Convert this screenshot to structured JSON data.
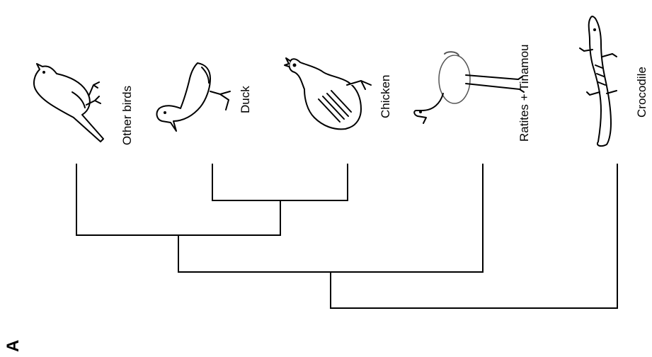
{
  "panel_label": "A",
  "taxa": [
    {
      "key": "other_birds",
      "label": "Other birds",
      "icon": "songbird-icon"
    },
    {
      "key": "duck",
      "label": "Duck",
      "icon": "duck-icon"
    },
    {
      "key": "chicken",
      "label": "Chicken",
      "icon": "chicken-icon"
    },
    {
      "key": "ratites",
      "label": "Ratites + Tinamou",
      "icon": "ostrich-icon"
    },
    {
      "key": "crocodile",
      "label": "Crocodile",
      "icon": "crocodile-icon"
    }
  ],
  "tree_topology": "(((Other birds, (Duck, Chicken)), Ratites + Tinamou), Crocodile)"
}
